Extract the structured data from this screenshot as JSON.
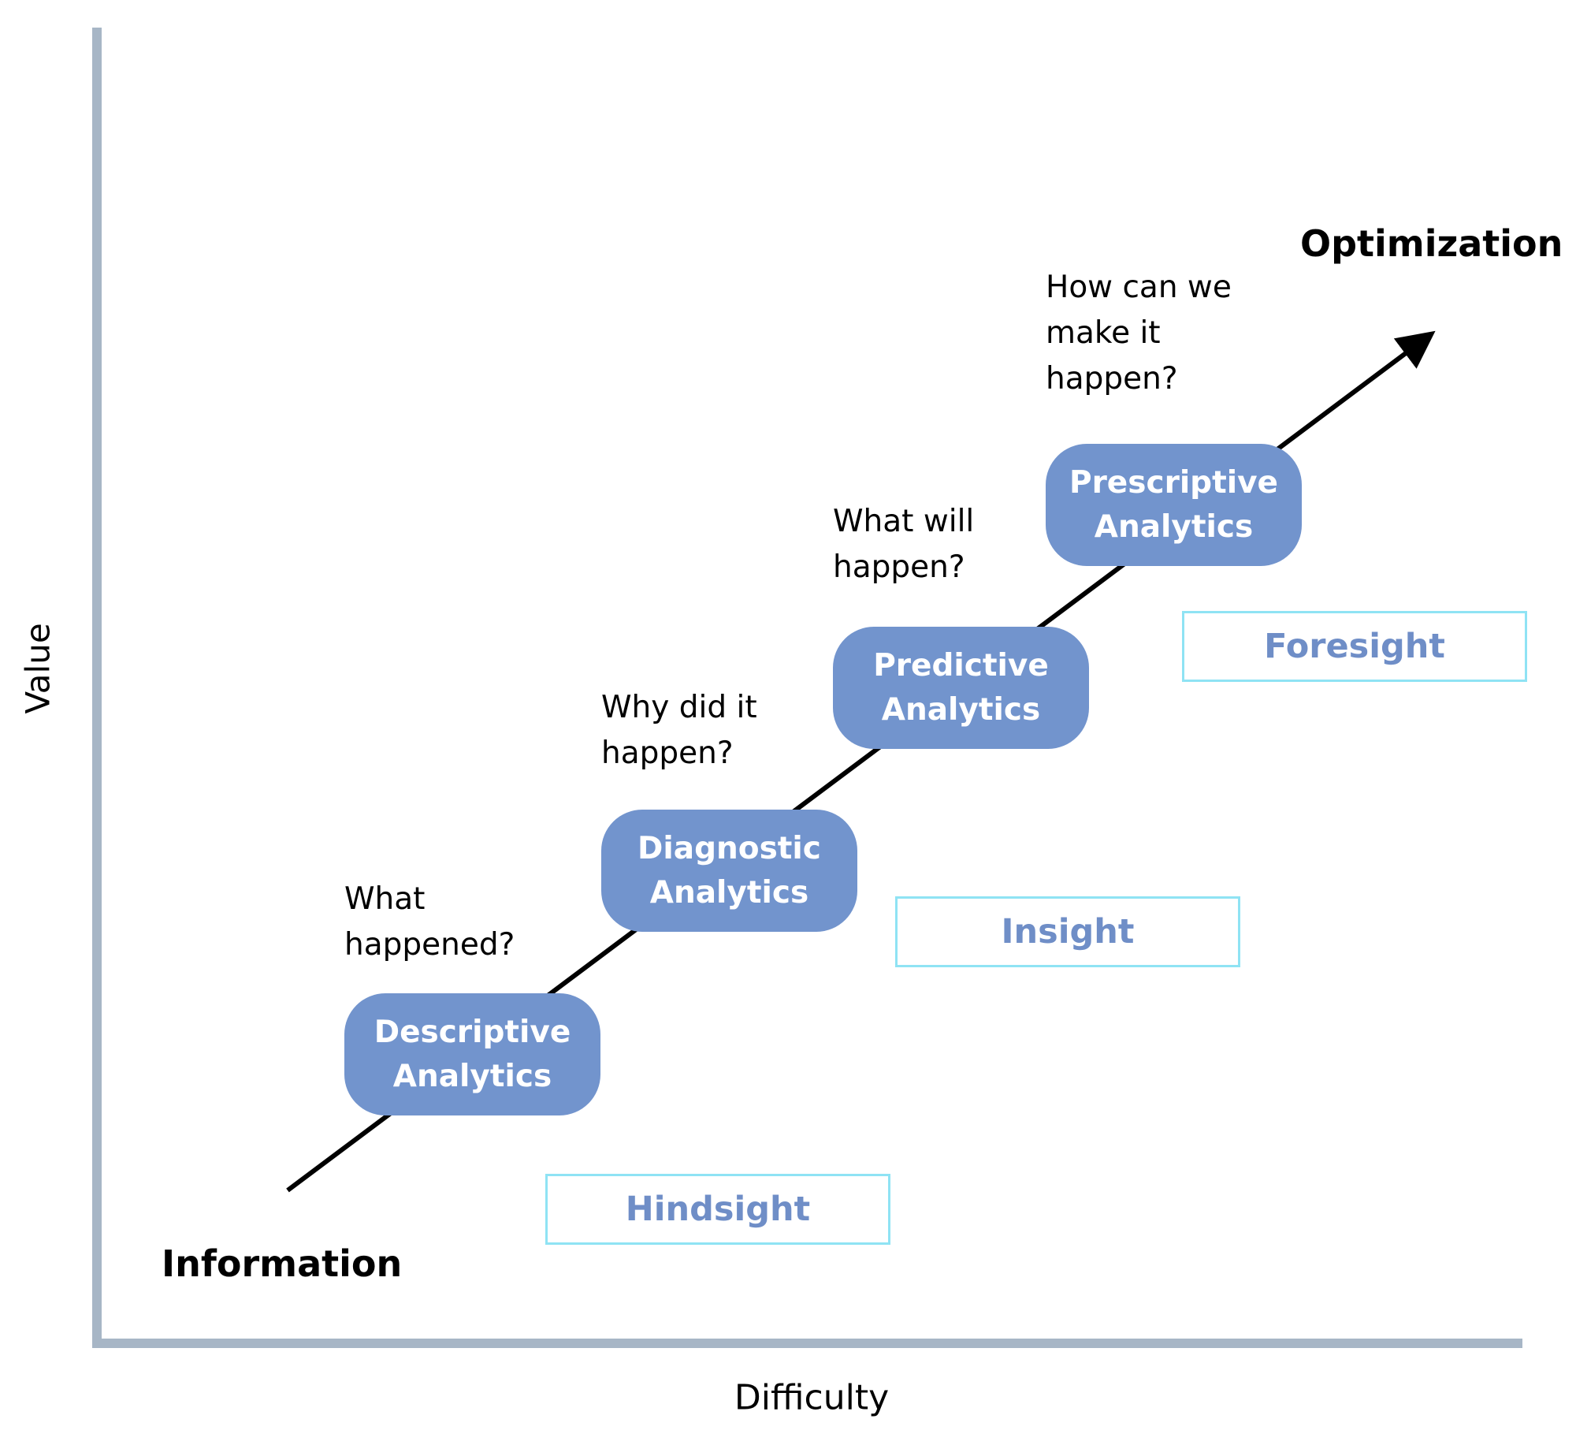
{
  "axes": {
    "y_label": "Value",
    "x_label": "Difficulty"
  },
  "endpoints": {
    "start": "Information",
    "end": "Optimization"
  },
  "stages": [
    {
      "label": "Descriptive Analytics",
      "question": "What happened?"
    },
    {
      "label": "Diagnostic Analytics",
      "question": "Why did it happen?"
    },
    {
      "label": "Predictive Analytics",
      "question": "What will happen?"
    },
    {
      "label": "Prescriptive Analytics",
      "question": "How can we make it happen?"
    }
  ],
  "outcomes": [
    {
      "label": "Hindsight"
    },
    {
      "label": "Insight"
    },
    {
      "label": "Foresight"
    }
  ],
  "colors": {
    "axis": "#a7b6c6",
    "stage_fill": "#7294cd",
    "stage_text": "#ffffff",
    "outcome_border": "#8fe3f4",
    "outcome_text": "#6f8ec7",
    "trend_line": "#000000"
  }
}
